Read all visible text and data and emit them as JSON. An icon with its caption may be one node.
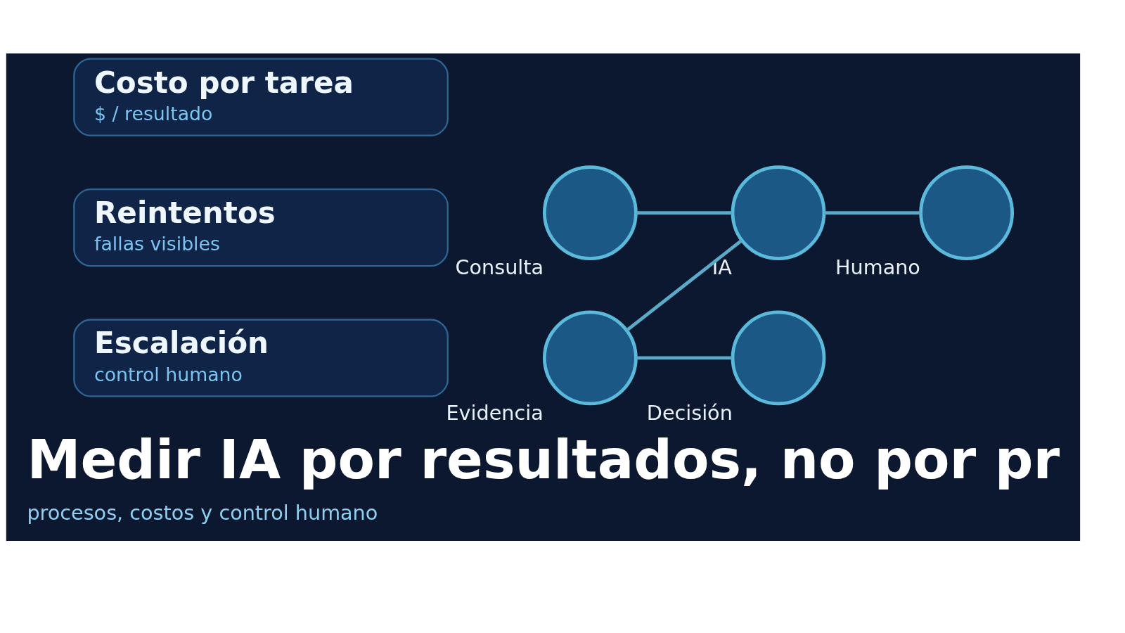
{
  "diagram": {
    "title": "Medir IA por resultados, no por pr",
    "caption": "procesos, costos y control humano",
    "nodes": [
      {
        "text": [
          "Costo por tarea",
          "$ / resultado"
        ]
      },
      {
        "text": [
          "Reintentos",
          "fallas visibles"
        ]
      },
      {
        "text": [
          "Escalación",
          "control humano"
        ]
      },
      {
        "text": [
          "Consulta"
        ]
      },
      {
        "text": [
          "IA"
        ]
      },
      {
        "text": [
          "Humano"
        ]
      },
      {
        "text": [
          "Evidencia"
        ]
      },
      {
        "text": [
          "Decisión"
        ]
      }
    ],
    "edges": [
      {
        "from": 3,
        "to": 4,
        "arrow": "none"
      },
      {
        "from": 4,
        "to": 5,
        "arrow": "none"
      },
      {
        "from": 4,
        "to": 6,
        "arrow": "none"
      },
      {
        "from": 6,
        "to": 7,
        "arrow": "none"
      }
    ]
  }
}
